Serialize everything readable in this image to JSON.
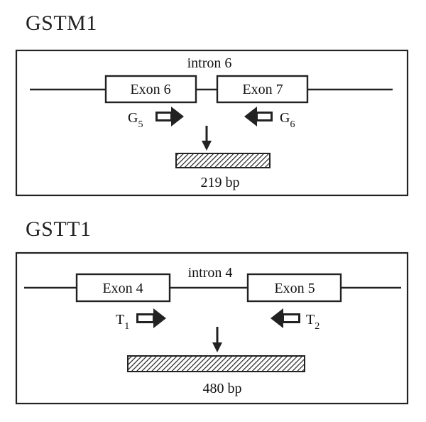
{
  "panels": [
    {
      "title": "GSTM1",
      "intron_label": "intron 6",
      "exon_left": "Exon 6",
      "exon_right": "Exon 7",
      "primer_forward": {
        "letter": "G",
        "sub": "5"
      },
      "primer_reverse": {
        "letter": "G",
        "sub": "6"
      },
      "product_label": "219 bp"
    },
    {
      "title": "GSTT1",
      "intron_label": "intron 4",
      "exon_left": "Exon 4",
      "exon_right": "Exon 5",
      "primer_forward": {
        "letter": "T",
        "sub": "1"
      },
      "primer_reverse": {
        "letter": "T",
        "sub": "2"
      },
      "product_label": "480 bp"
    }
  ]
}
